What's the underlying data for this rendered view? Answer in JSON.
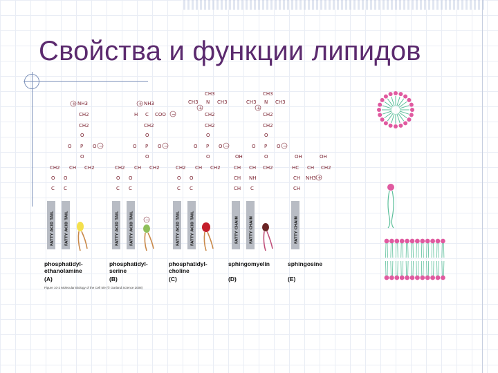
{
  "slide": {
    "title": "Свойства и функции липидов"
  },
  "figure": {
    "lipids": [
      {
        "name_line1": "phosphatidyl-",
        "name_line2": "ethanolamine",
        "label": "(A)",
        "tail_text": "FATTY ACID TAIL",
        "head_color": "#f4e04d"
      },
      {
        "name_line1": "phosphatidyl-",
        "name_line2": "serine",
        "label": "(B)",
        "tail_text": "FATTY ACID TAIL",
        "head_color": "#8fbf5a"
      },
      {
        "name_line1": "phosphatidyl-",
        "name_line2": "choline",
        "label": "(C)",
        "tail_text": "FATTY ACID TAIL",
        "head_color": "#c41e2a"
      },
      {
        "name_line1": "sphingomyelin",
        "name_line2": "",
        "label": "(D)",
        "tail_text": "FATTY CHAIN",
        "head_color": "#6a2424"
      },
      {
        "name_line1": "sphingosine",
        "name_line2": "",
        "label": "(E)",
        "tail_text": "FATTY CHAIN",
        "head_color": ""
      }
    ],
    "atoms": {
      "nh3": "NH3",
      "ch2": "CH2",
      "o": "O",
      "p": "P",
      "c": "C",
      "h": "H",
      "coo": "COO",
      "ch3": "CH3",
      "n": "N",
      "ch": "CH",
      "oh": "OH",
      "nh": "NH",
      "hc": "HC"
    },
    "caption": "Figure 10-2 Molecular Biology of the Cell 5/e (© Garland Science 2008)"
  },
  "colors": {
    "title": "#5b2a6e",
    "headgroup": "#e05aa0",
    "tail": "#5bbf9a"
  }
}
